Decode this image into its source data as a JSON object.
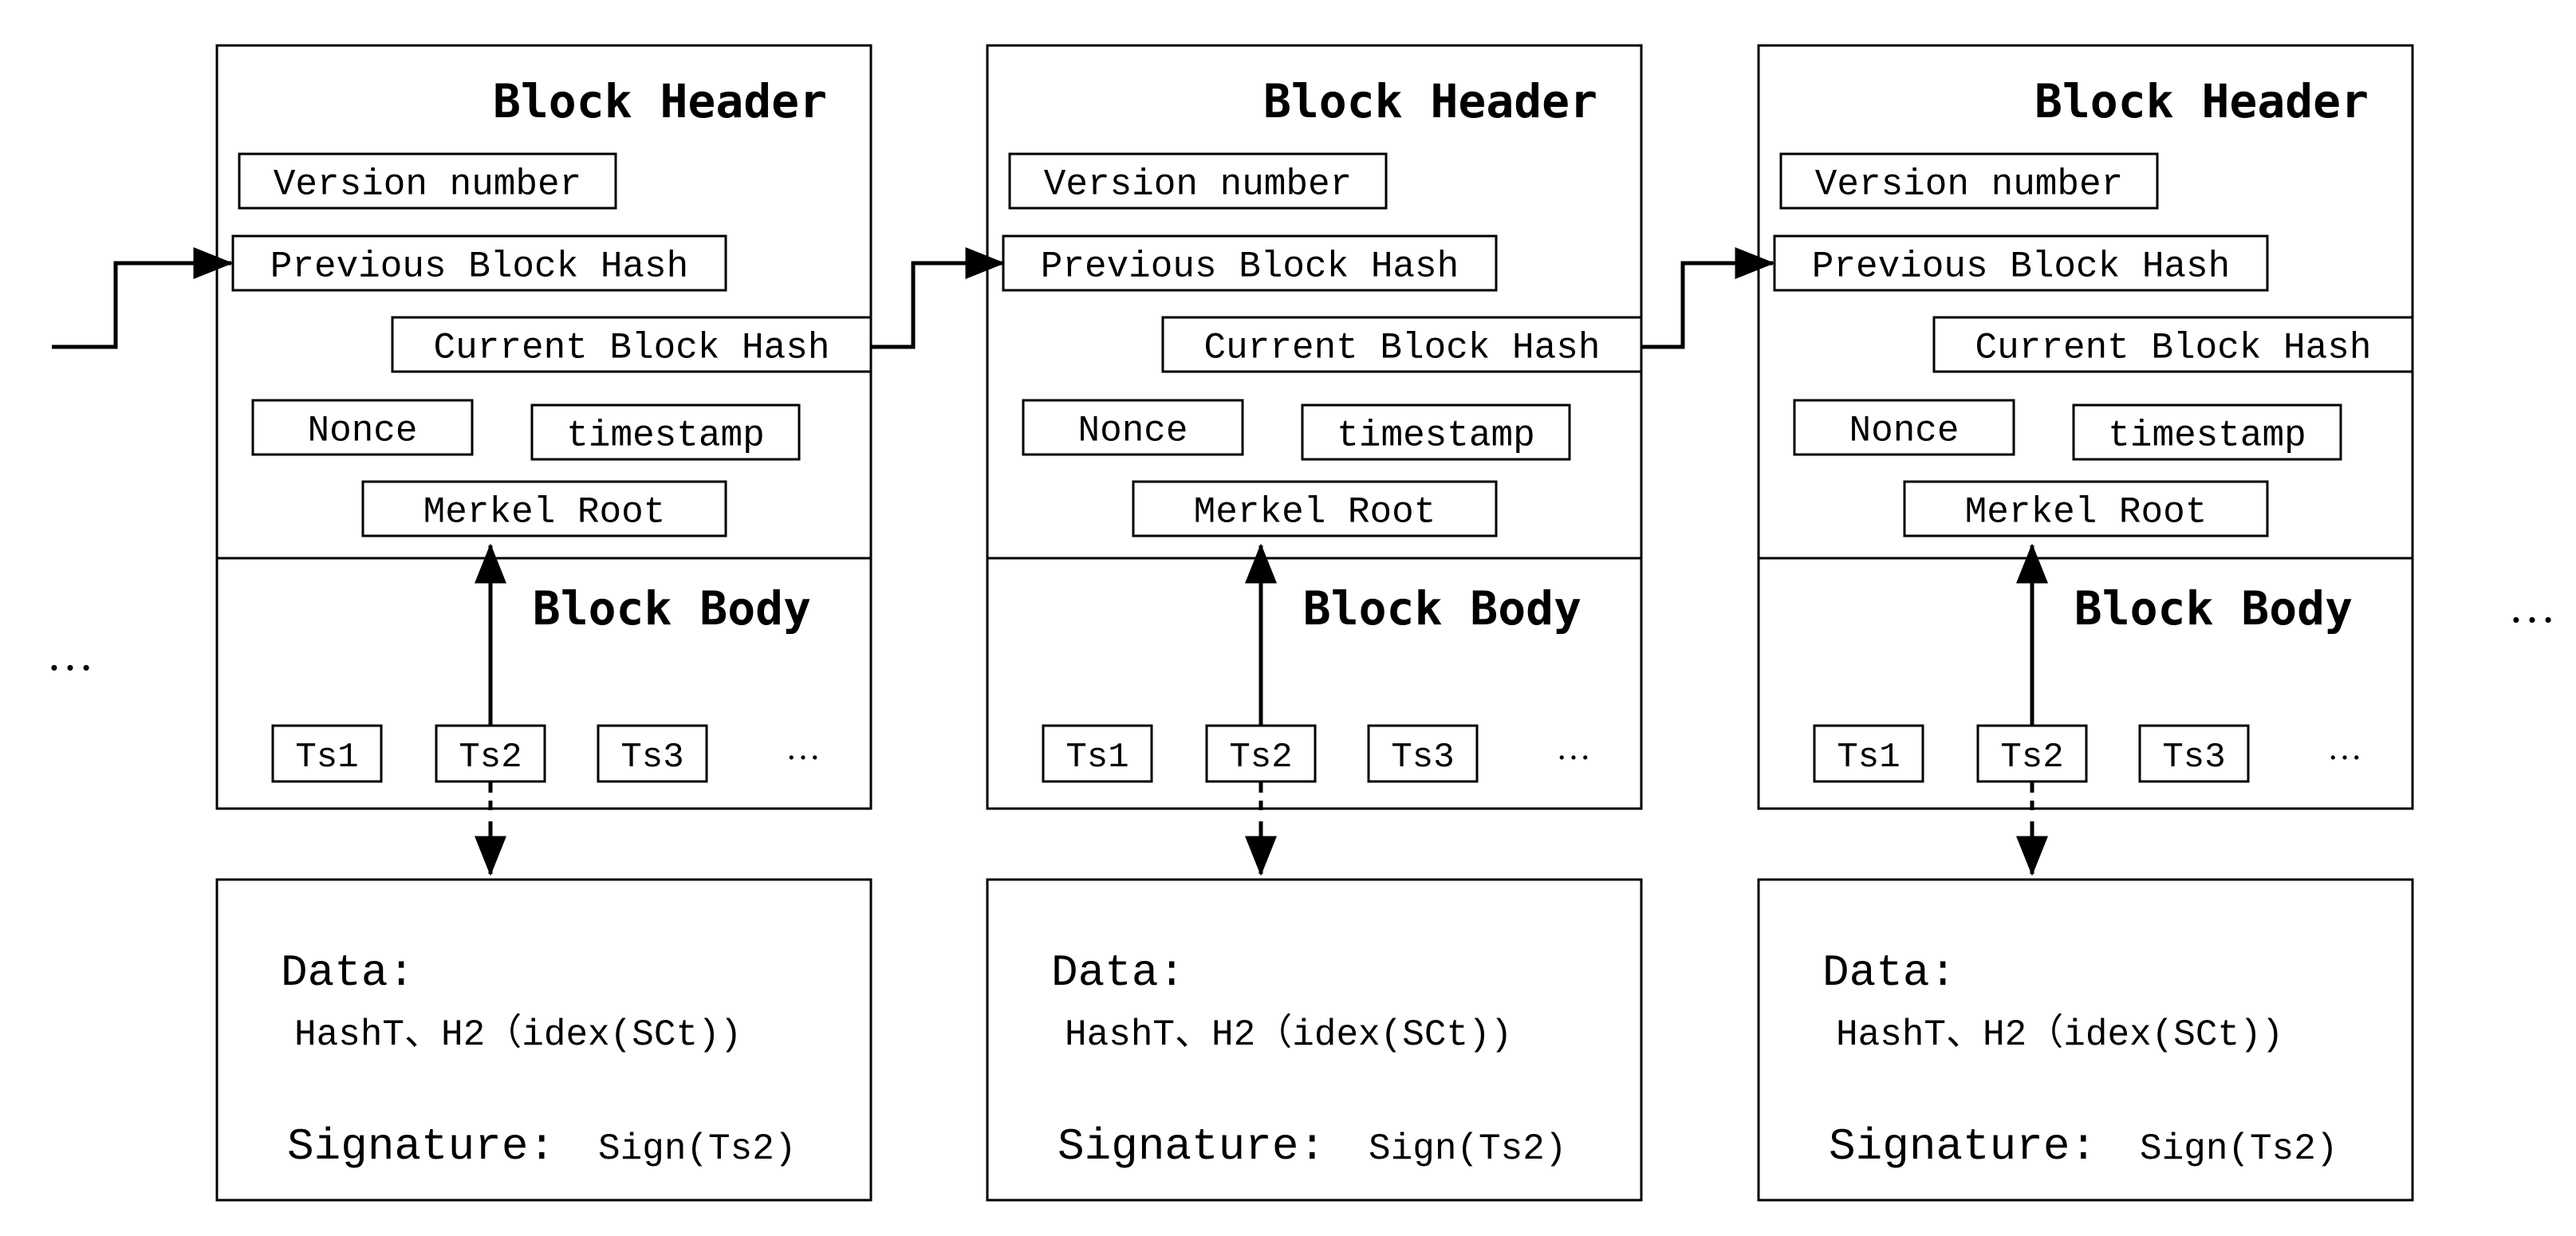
{
  "block_header_label": "Block Header",
  "block_body_label": "Block Body",
  "fields": {
    "version": "Version number",
    "prev_hash": "Previous Block Hash",
    "curr_hash": "Current Block Hash",
    "nonce": "Nonce",
    "timestamp": "timestamp",
    "merkle": "Merkel Root"
  },
  "transactions": [
    "Ts1",
    "Ts2",
    "Ts3"
  ],
  "tx_ellipsis": "…",
  "data_box": {
    "data_label": "Data:",
    "data_value": "HashT、H2（idex(SCt))",
    "signature_label": "Signature:",
    "signature_value": "Sign(Ts2)"
  },
  "chain_ellipsis_left": "…",
  "chain_ellipsis_right": "…",
  "blocks": [
    {},
    {},
    {}
  ]
}
